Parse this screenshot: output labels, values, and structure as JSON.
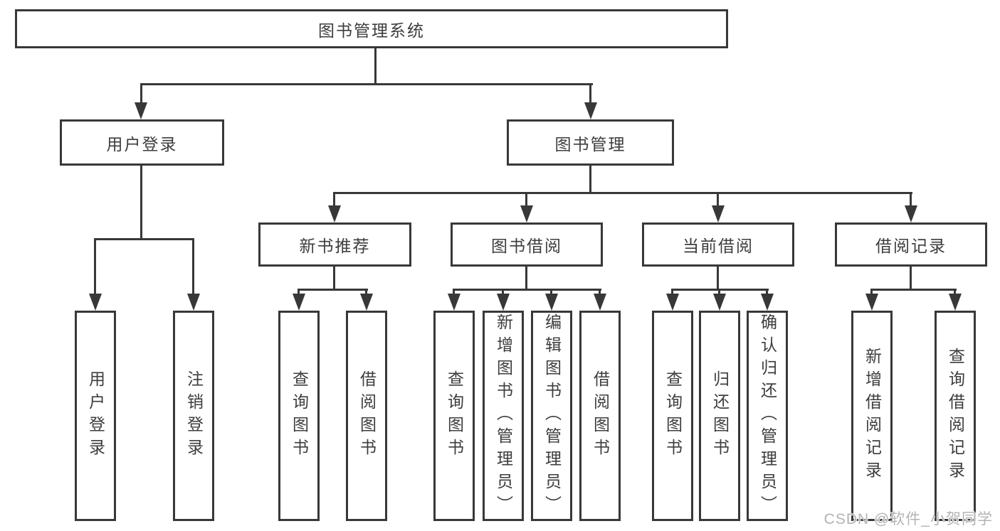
{
  "tree": {
    "root": {
      "label": "图书管理系统"
    },
    "branches": [
      {
        "label": "用户登录",
        "children": [
          {
            "label": "用户登录"
          },
          {
            "label": "注销登录"
          }
        ]
      },
      {
        "label": "图书管理",
        "children": [
          {
            "label": "新书推荐",
            "children": [
              {
                "label": "查询图书"
              },
              {
                "label": "借阅图书"
              }
            ]
          },
          {
            "label": "图书借阅",
            "children": [
              {
                "label": "查询图书"
              },
              {
                "label": "新增图书（管理员）"
              },
              {
                "label": "编辑图书（管理员）"
              },
              {
                "label": "借阅图书"
              }
            ]
          },
          {
            "label": "当前借阅",
            "children": [
              {
                "label": "查询图书"
              },
              {
                "label": "归还图书"
              },
              {
                "label": "确认归还（管理员）"
              }
            ]
          },
          {
            "label": "借阅记录",
            "children": [
              {
                "label": "新增借阅记录"
              },
              {
                "label": "查询借阅记录"
              }
            ]
          }
        ]
      }
    ]
  },
  "watermark": {
    "text": "CSDN @软件_小贺同学"
  },
  "colors": {
    "line": "#383838",
    "text": "#3d3d3d",
    "background": "#ffffff",
    "watermark": "#b3b3b3"
  }
}
